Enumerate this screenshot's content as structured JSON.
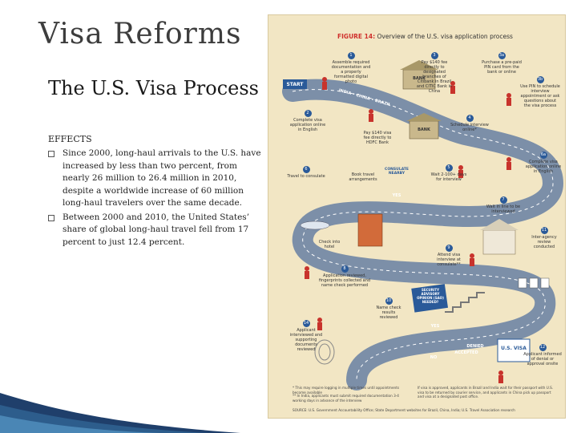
{
  "slide": {
    "title": "Visa Reforms",
    "subtitle": "The U.S. Visa Process",
    "effects_label": "EFFECTS",
    "bullets": [
      "Since 2000, long-haul arrivals to the U.S. have increased by less than two percent, from nearly 26 million to 26.4 million in 2010, despite a worldwide increase of 60 million long-haul travelers over the same decade.",
      "Between 2000 and 2010, the United States’ share of global long-haul travel fell from 17 percent to just 12.4 percent."
    ]
  },
  "figure": {
    "title_prefix": "FIGURE 14:",
    "title_rest": "Overview of the U.S. visa application process",
    "start_label": "START",
    "road_label": "INDIA • CHINA • BRAZIL",
    "steps": [
      {
        "n": "1",
        "text": "Assemble required documentation and a properly formatted digital photo"
      },
      {
        "n": "2",
        "text": "Complete visa application online in English"
      },
      {
        "n": "3",
        "text": "Pay $140 fee directly to designated branches of Citibank in Brazil and CITIC Bank in China"
      },
      {
        "n": "3a",
        "text": "Purchase a pre-paid PIN card from the bank or online"
      },
      {
        "n": "3b",
        "text": "Use PIN to schedule interview appointment or ask questions about the visa process"
      },
      {
        "n": "4",
        "text": "Schedule interview online*"
      },
      {
        "n": "5",
        "text": "Wait 2-100+ days for interview"
      },
      {
        "n": "6",
        "text": "Travel to consulate"
      },
      {
        "n": "6a",
        "text": "Complete visa application online in English"
      },
      {
        "n": "7",
        "text": "Wait in line to be interviewed"
      },
      {
        "n": "8",
        "text": "Application reviewed, fingerprints collected and name check performed"
      },
      {
        "n": "9",
        "text": "Attend visa interview at consulate**"
      },
      {
        "n": "10",
        "text": "Name check results reviewed"
      },
      {
        "n": "11",
        "text": "Inter-agency review conducted"
      },
      {
        "n": "12",
        "text": "Applicant informed of denial or approval onsite"
      },
      {
        "n": "14",
        "text": "Applicant interviewed and supporting documents reviewed"
      },
      {
        "n": "",
        "text": "Pay $140 visa fee directly to HDFC Bank"
      },
      {
        "n": "",
        "text": "Book travel arrangements"
      },
      {
        "n": "",
        "text": "Check into hotel"
      }
    ],
    "signs": {
      "bank": "BANK",
      "consulate": "CONSULATE NEARBY",
      "sao": "SECURITY ADVISORY OPINION (SAO) NEEDED?",
      "yes": "YES",
      "no": "NO",
      "denied": "DENIED",
      "accepted": "ACCEPTED",
      "visa": "U.S. VISA"
    },
    "footnotes": [
      "* This may require logging in multiple times until appointments become available",
      "** In India, applicants must submit required documentation 3-4 working days in advance of the interview",
      "If visa is approved, applicants in Brazil and India wait for their passport with U.S. visa to be returned by courier service, and applicants in China pick up passport and visa at a designated post office.",
      "SOURCE: U.S. Government Accountability Office; State Department websites for Brazil, China, India; U.S. Travel Association research"
    ],
    "colors": {
      "road": "#7c8fa8",
      "panel": "#f2e6c4",
      "accent": "#d0312d",
      "blue": "#2a5a99"
    }
  }
}
